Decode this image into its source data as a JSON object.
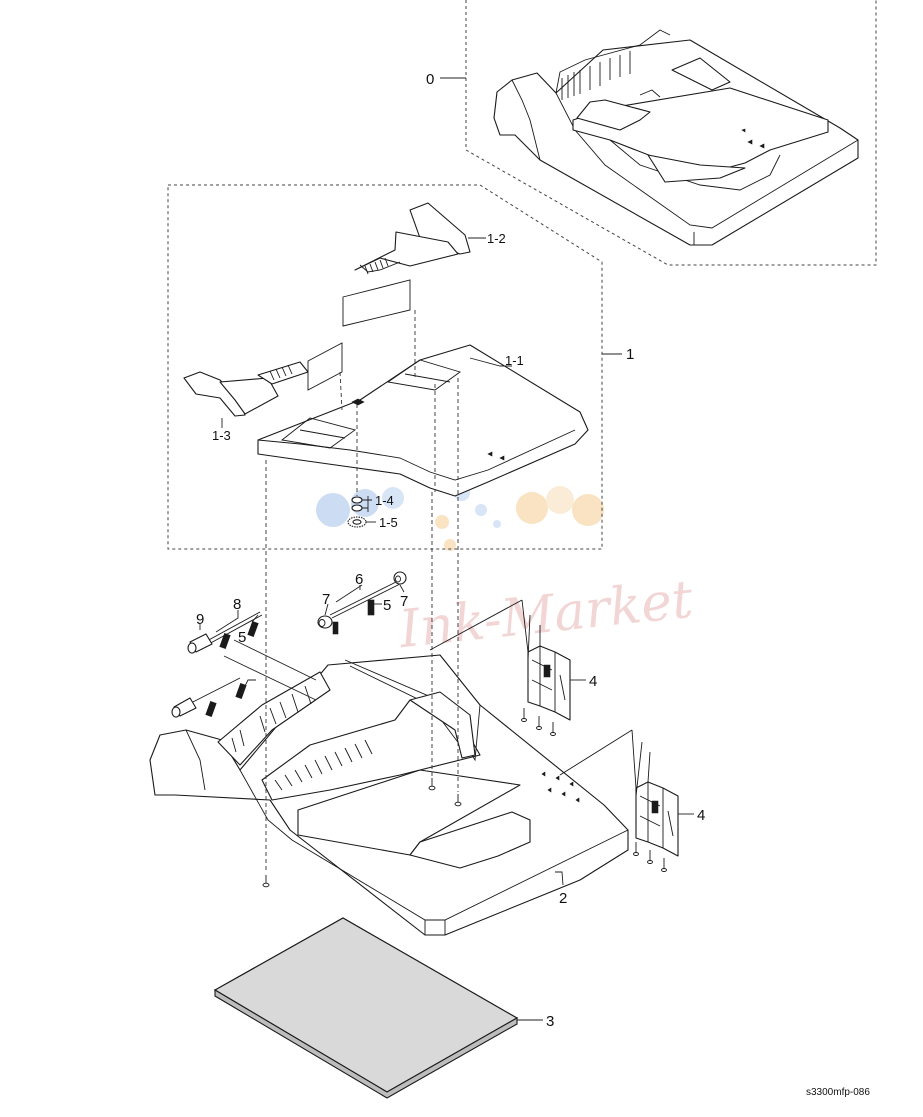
{
  "callouts": {
    "c0": "0",
    "c1": "1",
    "c1_1": "1-1",
    "c1_2": "1-2",
    "c1_3": "1-3",
    "c1_4": "1-4",
    "c1_5": "1-5",
    "c2": "2",
    "c3": "3",
    "c4a": "4",
    "c4b": "4",
    "c5a": "5",
    "c5b": "5",
    "c6": "6",
    "c7a": "7",
    "c7b": "7",
    "c8": "8",
    "c9": "9"
  },
  "figure_id": "s3300mfp-086",
  "watermark": "Ink-Market",
  "colors": {
    "line": "#1a1a1a",
    "pad_fill": "#d9d9d9",
    "watermark_blue": "#8fb4e6",
    "watermark_orange": "#f2c27a"
  }
}
